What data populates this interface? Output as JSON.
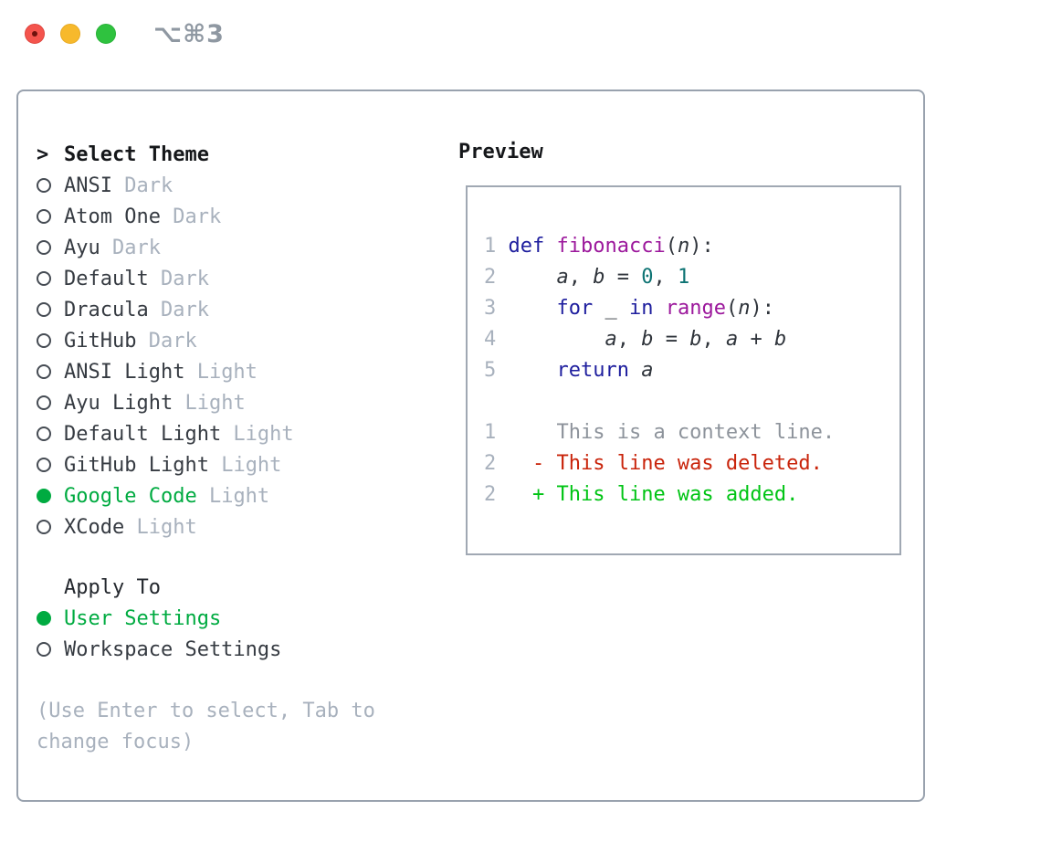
{
  "window": {
    "shortcut": "⌥⌘3",
    "traffic_lights": [
      "close",
      "minimize",
      "zoom"
    ]
  },
  "colors": {
    "panel_border": "#99a2ae",
    "preview_border": "#a0a8b3",
    "text_dark": "#363b42",
    "text_muted": "#a8b1bd",
    "selected_green": "#00ab41",
    "diff_added_green": "#00c414",
    "diff_deleted_red": "#c9240b",
    "keyword_blue": "#1e1e9e",
    "function_purple": "#9c189c",
    "literal_teal": "#0d7373",
    "traffic_red": "#f4544d",
    "traffic_yellow": "#f7b92c",
    "traffic_green": "#2fc23f"
  },
  "theme_list": {
    "prompt": ">",
    "header": "Select Theme",
    "items": [
      {
        "name": "ANSI",
        "variant": " Dark",
        "selected": false
      },
      {
        "name": "Atom One",
        "variant": " Dark",
        "selected": false
      },
      {
        "name": "Ayu",
        "variant": " Dark",
        "selected": false
      },
      {
        "name": "Default",
        "variant": " Dark",
        "selected": false
      },
      {
        "name": "Dracula",
        "variant": " Dark",
        "selected": false
      },
      {
        "name": "GitHub",
        "variant": " Dark",
        "selected": false
      },
      {
        "name": "ANSI Light",
        "variant": " Light",
        "selected": false
      },
      {
        "name": "Ayu Light",
        "variant": " Light",
        "selected": false
      },
      {
        "name": "Default Light",
        "variant": " Light",
        "selected": false
      },
      {
        "name": "GitHub Light",
        "variant": " Light",
        "selected": false
      },
      {
        "name": "Google Code",
        "variant": " Light",
        "selected": true
      },
      {
        "name": "XCode",
        "variant": " Light",
        "selected": false
      }
    ]
  },
  "apply_to": {
    "header": "Apply To",
    "options": [
      {
        "label": "User Settings",
        "selected": true
      },
      {
        "label": "Workspace Settings",
        "selected": false
      }
    ]
  },
  "hint": "(Use Enter to select, Tab to change focus)",
  "preview": {
    "header": "Preview",
    "lines": [
      [
        {
          "t": "1 ",
          "c": "num"
        },
        {
          "t": "def",
          "c": "kw"
        },
        {
          "t": " ",
          "c": "pl"
        },
        {
          "t": "fibonacci",
          "c": "fn"
        },
        {
          "t": "(",
          "c": "pl"
        },
        {
          "t": "n",
          "c": "var"
        },
        {
          "t": "):",
          "c": "pl"
        }
      ],
      [
        {
          "t": "2 ",
          "c": "num"
        },
        {
          "t": "    ",
          "c": "pl"
        },
        {
          "t": "a",
          "c": "var"
        },
        {
          "t": ", ",
          "c": "pl"
        },
        {
          "t": "b",
          "c": "var"
        },
        {
          "t": " = ",
          "c": "pl"
        },
        {
          "t": "0",
          "c": "lit"
        },
        {
          "t": ", ",
          "c": "pl"
        },
        {
          "t": "1",
          "c": "lit"
        }
      ],
      [
        {
          "t": "3 ",
          "c": "num"
        },
        {
          "t": "    ",
          "c": "pl"
        },
        {
          "t": "for",
          "c": "kw"
        },
        {
          "t": " _ ",
          "c": "pl"
        },
        {
          "t": "in",
          "c": "kw"
        },
        {
          "t": " ",
          "c": "pl"
        },
        {
          "t": "range",
          "c": "fn"
        },
        {
          "t": "(",
          "c": "pl"
        },
        {
          "t": "n",
          "c": "var"
        },
        {
          "t": "):",
          "c": "pl"
        }
      ],
      [
        {
          "t": "4 ",
          "c": "num"
        },
        {
          "t": "        ",
          "c": "pl"
        },
        {
          "t": "a",
          "c": "var"
        },
        {
          "t": ", ",
          "c": "pl"
        },
        {
          "t": "b",
          "c": "var"
        },
        {
          "t": " = ",
          "c": "pl"
        },
        {
          "t": "b",
          "c": "var"
        },
        {
          "t": ", ",
          "c": "pl"
        },
        {
          "t": "a",
          "c": "var"
        },
        {
          "t": " + ",
          "c": "pl"
        },
        {
          "t": "b",
          "c": "var"
        }
      ],
      [
        {
          "t": "5 ",
          "c": "num"
        },
        {
          "t": "    ",
          "c": "pl"
        },
        {
          "t": "return",
          "c": "kw"
        },
        {
          "t": " ",
          "c": "pl"
        },
        {
          "t": "a",
          "c": "var"
        }
      ],
      [],
      [
        {
          "t": "1 ",
          "c": "num"
        },
        {
          "t": "    This is a context line.",
          "c": "ctx"
        }
      ],
      [
        {
          "t": "2 ",
          "c": "num"
        },
        {
          "t": "  - This line was deleted.",
          "c": "del"
        }
      ],
      [
        {
          "t": "2 ",
          "c": "num"
        },
        {
          "t": "  + This line was added.",
          "c": "add"
        }
      ]
    ]
  }
}
